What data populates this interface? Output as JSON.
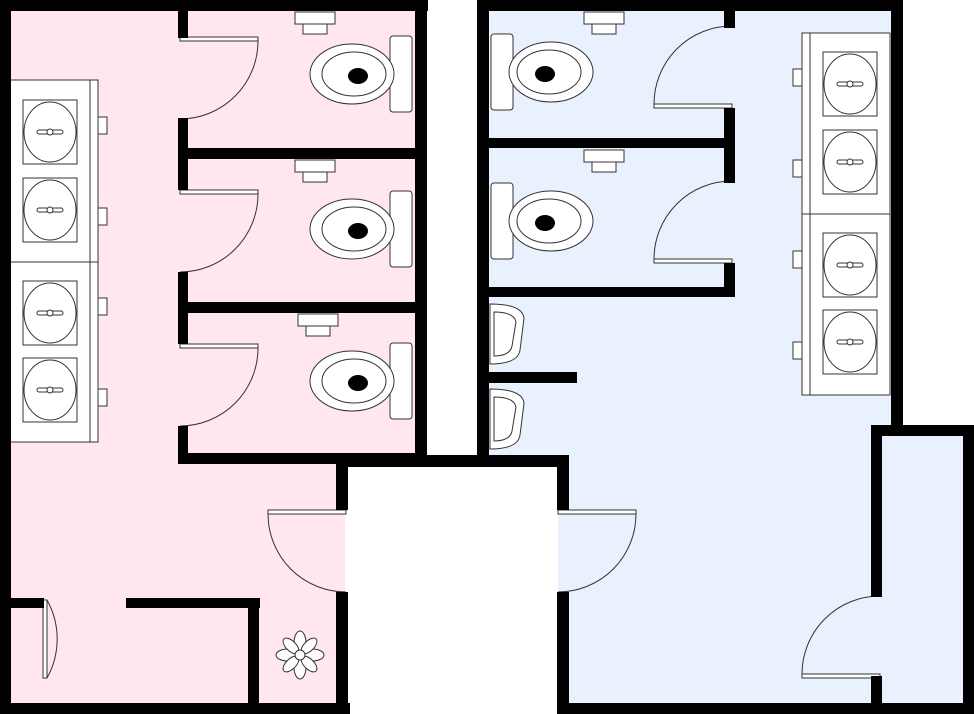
{
  "plan": {
    "colors": {
      "womens_floor": "#ffe6ef",
      "mens_floor": "#e8f1fd",
      "wall": "#000000",
      "fixture_fill": "#ffffff",
      "fixture_stroke": "#333333",
      "background": "#ffffff"
    },
    "womens_restroom": {
      "stalls": [
        {
          "name": "womens-stall-1",
          "fixture": "toilet",
          "door": "hinged"
        },
        {
          "name": "womens-stall-2",
          "fixture": "toilet",
          "door": "hinged"
        },
        {
          "name": "womens-stall-3",
          "fixture": "toilet",
          "door": "hinged"
        }
      ],
      "vanity_sinks": 4,
      "plant": "potted-plant",
      "storage_room": true
    },
    "mens_restroom": {
      "stalls": [
        {
          "name": "mens-stall-1",
          "fixture": "toilet",
          "door": "hinged"
        },
        {
          "name": "mens-stall-2",
          "fixture": "toilet",
          "door": "hinged"
        }
      ],
      "urinals": 2,
      "vanity_sinks": 4,
      "storage_room": true
    }
  }
}
